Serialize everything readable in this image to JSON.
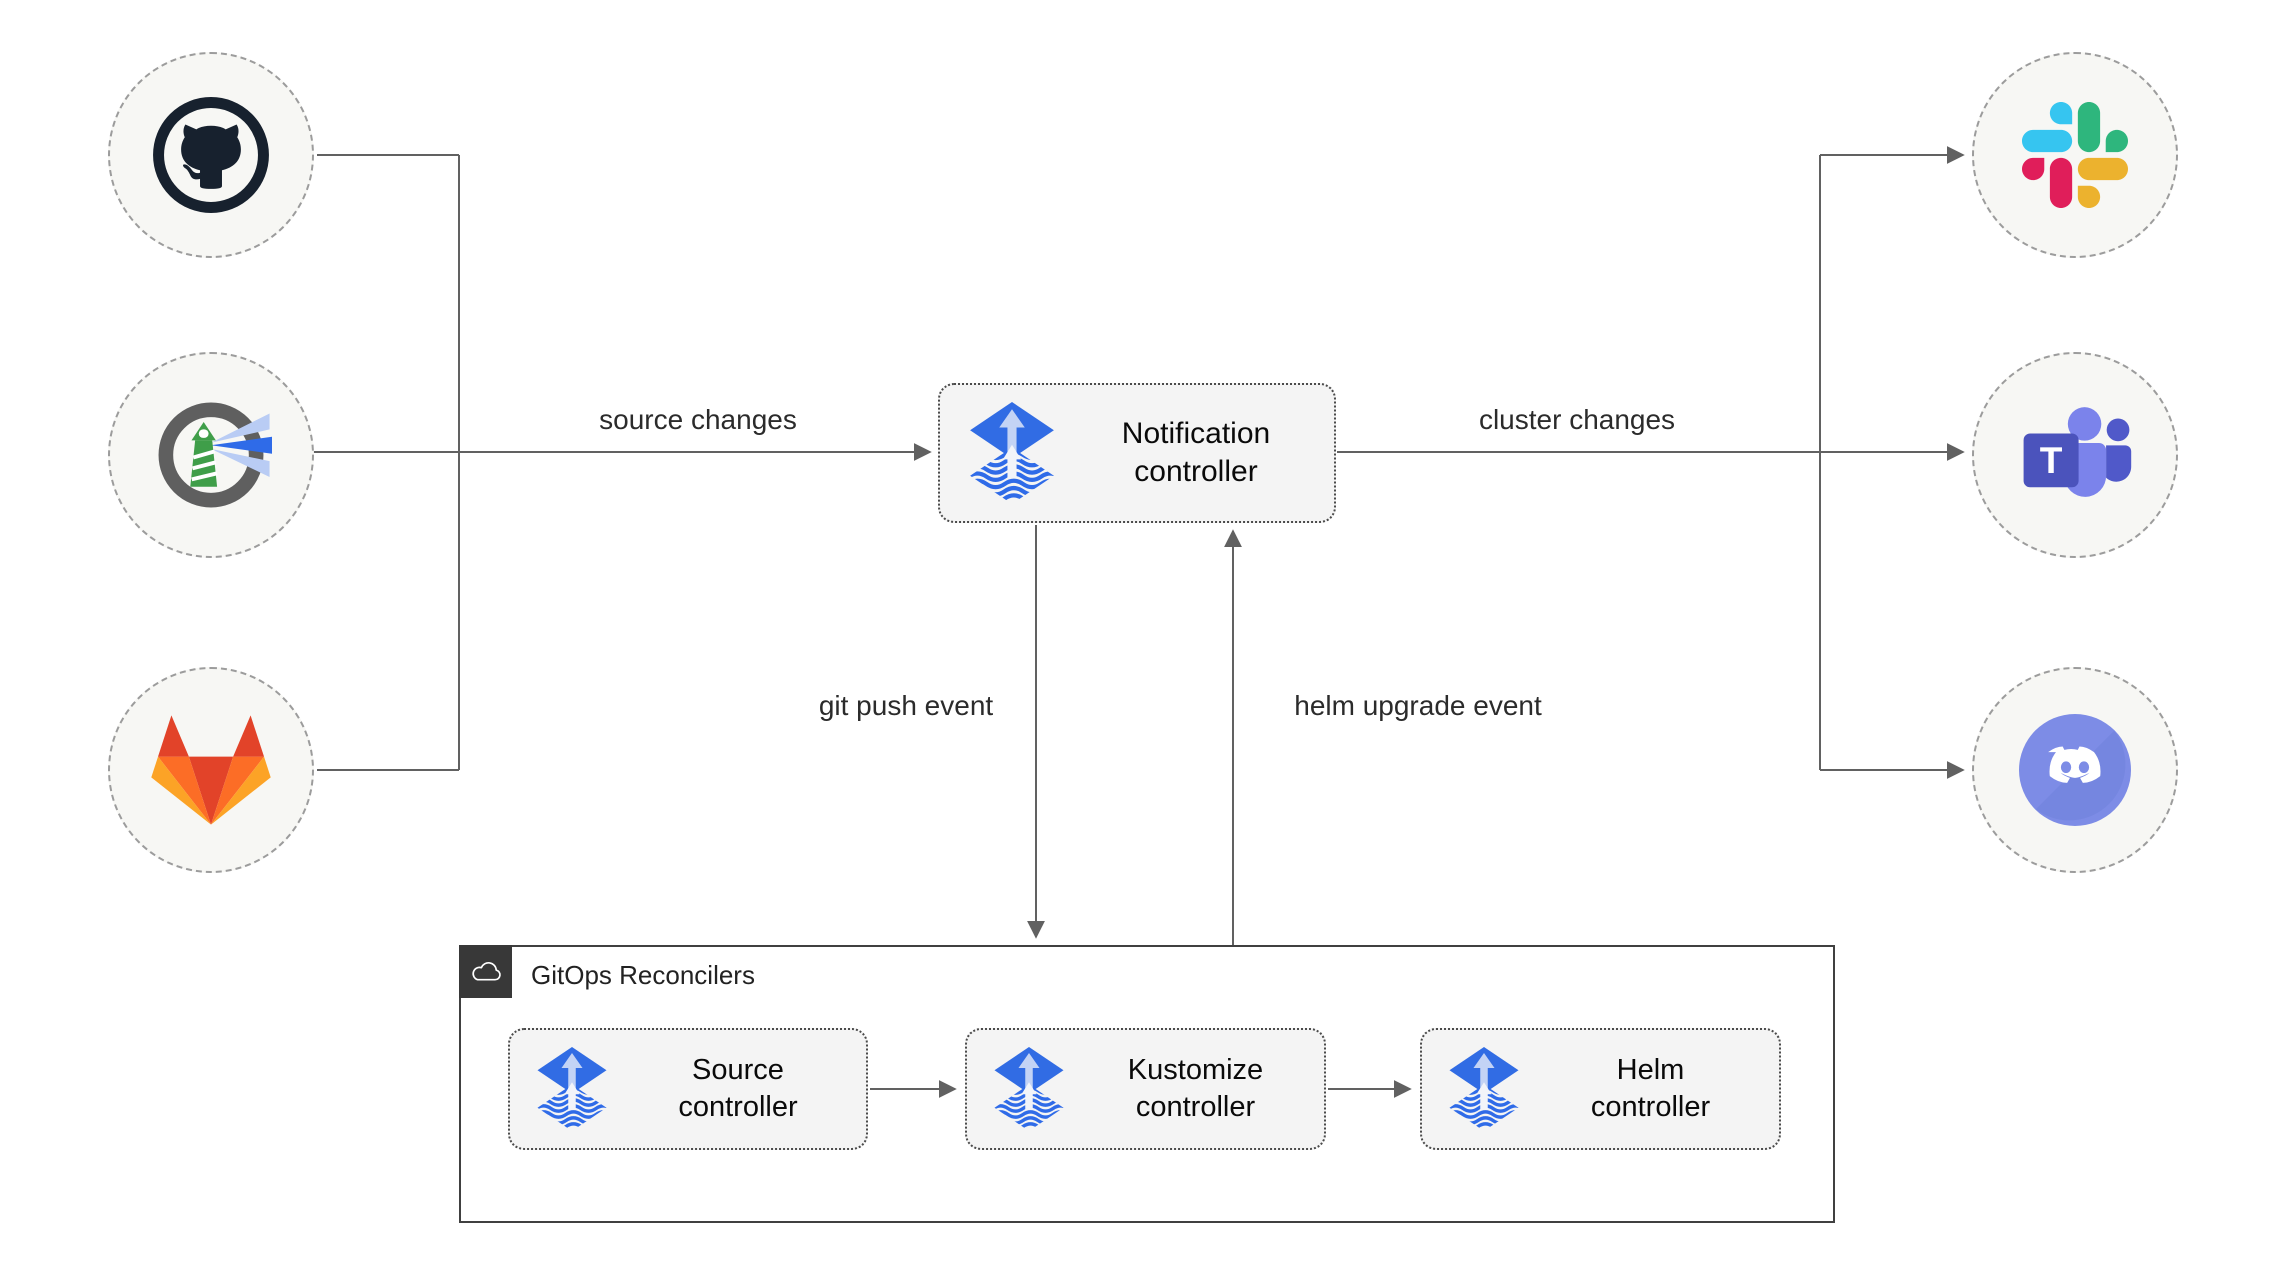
{
  "nodes": {
    "notification_controller": {
      "label": "Notification controller",
      "icon": "flux-icon"
    },
    "source_controller": {
      "label": "Source controller",
      "icon": "flux-icon"
    },
    "kustomize_controller": {
      "label": "Kustomize controller",
      "icon": "flux-icon"
    },
    "helm_controller": {
      "label": "Helm controller",
      "icon": "flux-icon"
    },
    "sources": [
      {
        "icon": "github-icon"
      },
      {
        "icon": "harbor-icon"
      },
      {
        "icon": "gitlab-icon"
      }
    ],
    "targets": [
      {
        "icon": "slack-icon"
      },
      {
        "icon": "teams-icon"
      },
      {
        "icon": "discord-icon"
      }
    ]
  },
  "group": {
    "title": "GitOps Reconcilers",
    "icon": "cloud-icon"
  },
  "edge_labels": {
    "source_changes": "source changes",
    "cluster_changes": "cluster changes",
    "git_push_event": "git push event",
    "helm_upgrade_event": "helm upgrade event"
  },
  "teams_logo_letter": "T",
  "colors": {
    "line": "#616161",
    "box_fill": "#f4f4f4",
    "box_border": "#4b4b4b",
    "circle_fill": "#f7f7f4",
    "circle_border": "#9c9c9c",
    "group_border": "#404040",
    "group_badge_bg": "#383838",
    "flux_blue": "#316ce4",
    "github_dark": "#17212e",
    "gitlab_red": "#e24329",
    "gitlab_orange": "#fc6d26",
    "gitlab_yellow": "#fca326",
    "slack_blue": "#36c5f0",
    "slack_green": "#2eb67d",
    "slack_red": "#e01e5a",
    "slack_yellow": "#ecb22e",
    "teams_indigo": "#4b53bc",
    "teams_light": "#7b83eb",
    "teams_mid": "#5059c9",
    "discord_blurple": "#7d8ce6",
    "harbor_gray": "#5f5f5f",
    "harbor_green": "#3f9e49"
  }
}
